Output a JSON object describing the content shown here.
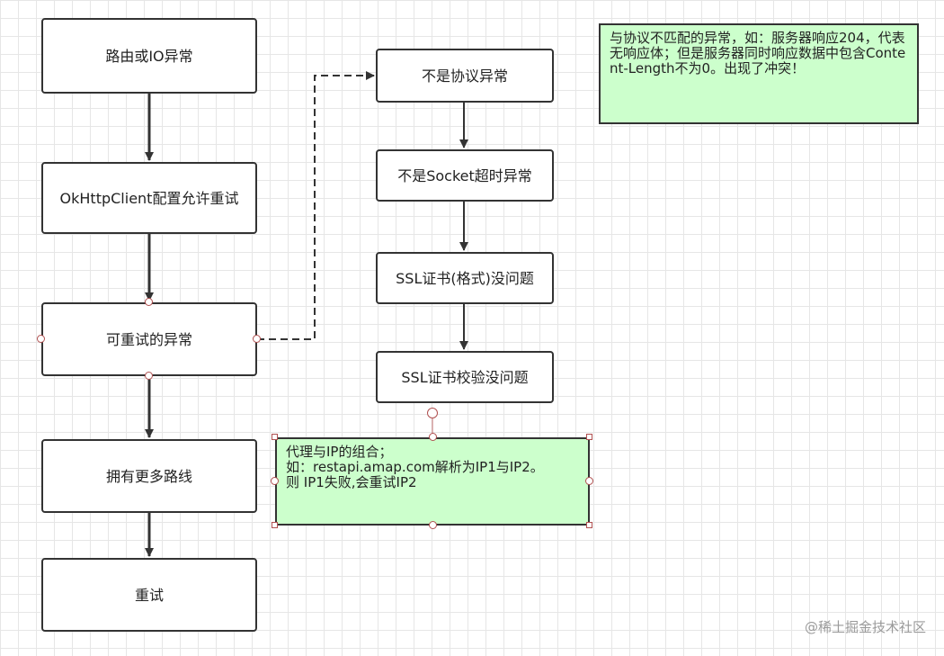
{
  "main_flow": {
    "n1": "路由或IO异常",
    "n2": "OkHttpClient配置允许重试",
    "n3": "可重试的异常",
    "n4": "拥有更多路线",
    "n5": "重试"
  },
  "side_flow": {
    "s1": "不是协议异常",
    "s2": "不是Socket超时异常",
    "s3": "SSL证书(格式)没问题",
    "s4": "SSL证书校验没问题"
  },
  "notes": {
    "protocol_note": "与协议不匹配的异常，如：服务器响应204，代表无响应体；但是服务器同时响应数据中包含Content-Length不为0。出现了冲突！",
    "proxy_note": {
      "line1": "代理与IP的组合；",
      "line2": "如：restapi.amap.com解析为IP1与IP2。",
      "line3": "则 IP1失败,会重试IP2"
    }
  },
  "colors": {
    "note_fill": "#ccffcc",
    "border": "#333333",
    "selection": "#b05050"
  },
  "watermark": "@稀土掘金技术社区"
}
